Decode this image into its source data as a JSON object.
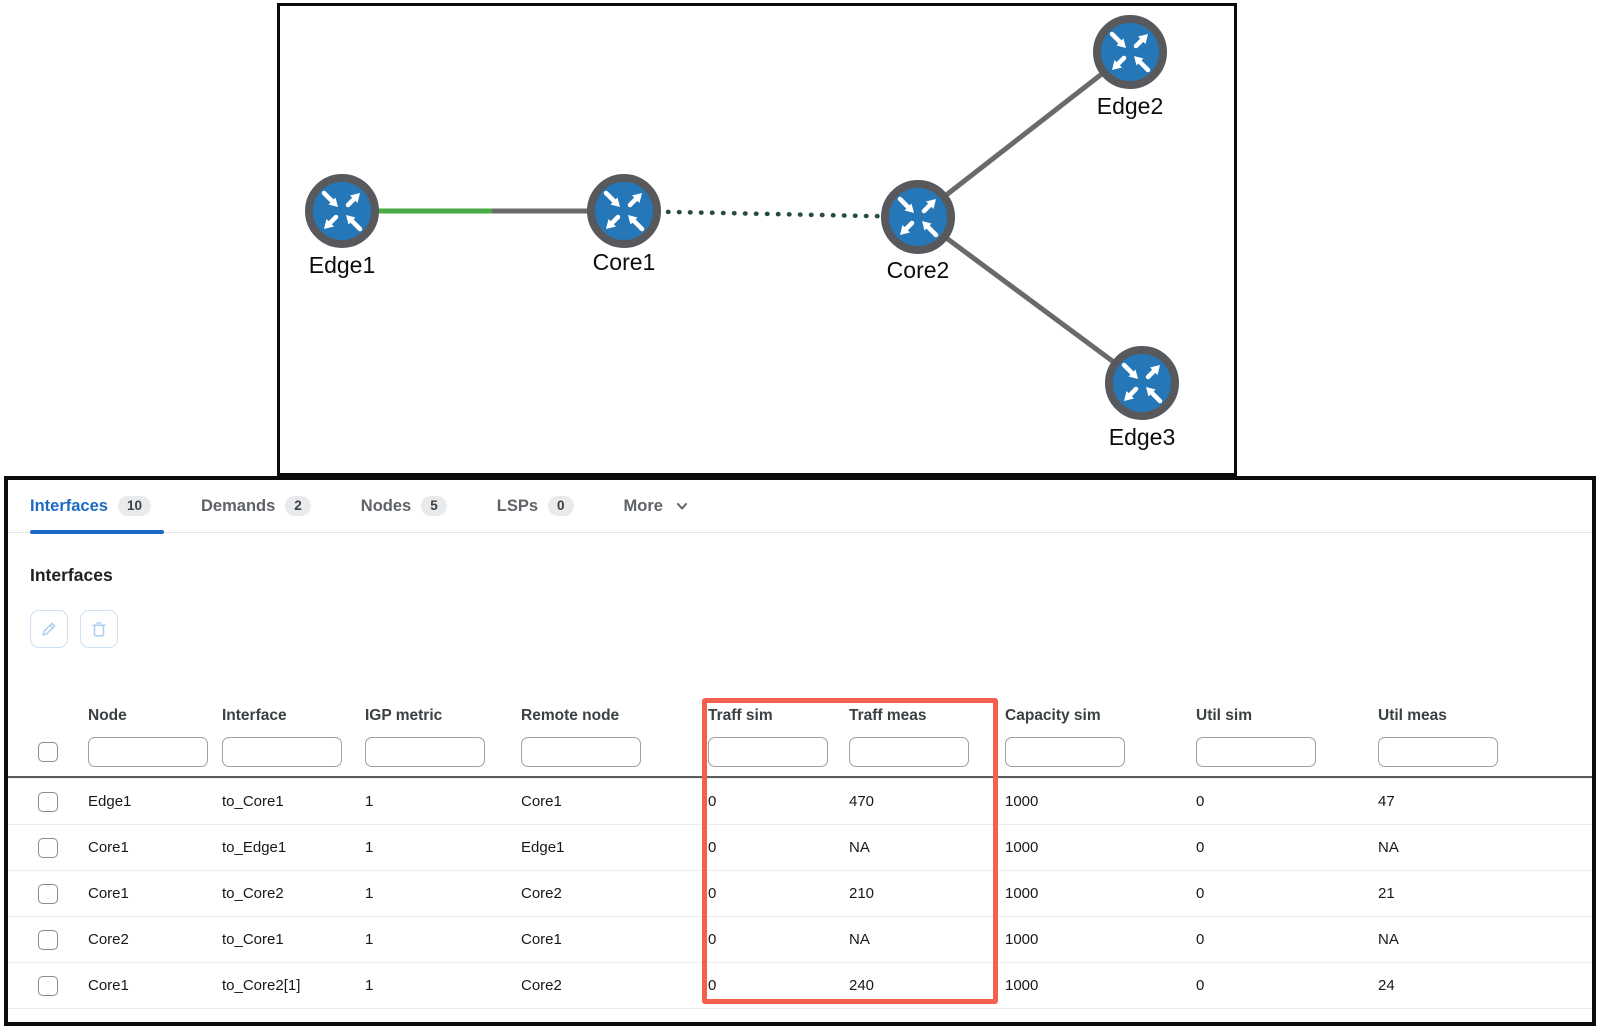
{
  "topology": {
    "nodes": [
      {
        "label": "Edge1"
      },
      {
        "label": "Core1"
      },
      {
        "label": "Core2"
      },
      {
        "label": "Edge2"
      },
      {
        "label": "Edge3"
      }
    ],
    "links": [
      {
        "from": "Edge1",
        "to": "Core1",
        "style": "half green, half gray solid"
      },
      {
        "from": "Core1",
        "to": "Core2",
        "style": "dotted"
      },
      {
        "from": "Core2",
        "to": "Edge2",
        "style": "solid gray"
      },
      {
        "from": "Core2",
        "to": "Edge3",
        "style": "solid gray"
      }
    ],
    "colors": {
      "node_fill": "#2577b8",
      "node_ring": "#57595c",
      "link_gray": "#6a6a6a",
      "link_green": "#49a942",
      "link_dotted": "#274d40"
    }
  },
  "tabs": [
    {
      "label": "Interfaces",
      "count": "10"
    },
    {
      "label": "Demands",
      "count": "2"
    },
    {
      "label": "Nodes",
      "count": "5"
    },
    {
      "label": "LSPs",
      "count": "0"
    }
  ],
  "more": {
    "label": "More"
  },
  "section": {
    "title": "Interfaces"
  },
  "table": {
    "columns": [
      "Node",
      "Interface",
      "IGP metric",
      "Remote node",
      "Traff sim",
      "Traff meas",
      "Capacity sim",
      "Util sim",
      "Util meas"
    ],
    "rows": [
      [
        "Edge1",
        "to_Core1",
        "1",
        "Core1",
        "0",
        "470",
        "1000",
        "0",
        "47"
      ],
      [
        "Core1",
        "to_Edge1",
        "1",
        "Edge1",
        "0",
        "NA",
        "1000",
        "0",
        "NA"
      ],
      [
        "Core1",
        "to_Core2",
        "1",
        "Core2",
        "0",
        "210",
        "1000",
        "0",
        "21"
      ],
      [
        "Core2",
        "to_Core1",
        "1",
        "Core1",
        "0",
        "NA",
        "1000",
        "0",
        "NA"
      ],
      [
        "Core1",
        "to_Core2[1]",
        "1",
        "Core2",
        "0",
        "240",
        "1000",
        "0",
        "24"
      ]
    ]
  },
  "highlight": {
    "columns": "Traff sim, Traff meas",
    "color": "#f4604d"
  }
}
